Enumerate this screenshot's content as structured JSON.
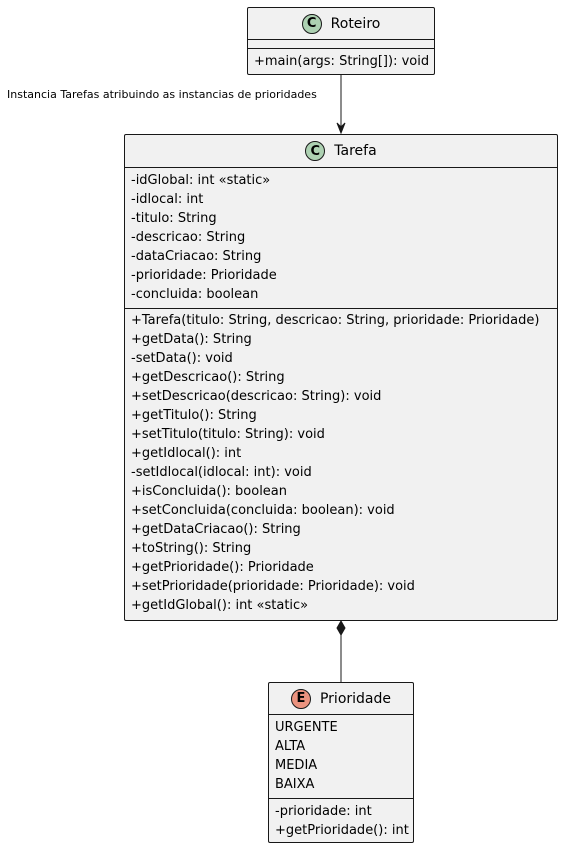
{
  "roteiro": {
    "stereo": "C",
    "name": "Roteiro",
    "methods": [
      "+main(args: String[]): void"
    ]
  },
  "edge_label": "Instancia Tarefas atribuindo as instancias de prioridades",
  "tarefa": {
    "stereo": "C",
    "name": "Tarefa",
    "fields": [
      "-idGlobal: int «static»",
      "-idlocal: int",
      "-titulo: String",
      "-descricao: String",
      "-dataCriacao: String",
      "-prioridade: Prioridade",
      "-concluida: boolean"
    ],
    "methods": [
      "+Tarefa(titulo: String, descricao: String, prioridade: Prioridade)",
      "+getData(): String",
      "-setData(): void",
      "+getDescricao(): String",
      "+setDescricao(descricao: String): void",
      "+getTitulo(): String",
      "+setTitulo(titulo: String): void",
      "+getIdlocal(): int",
      "-setIdlocal(idlocal: int): void",
      "+isConcluida(): boolean",
      "+setConcluida(concluida: boolean): void",
      "+getDataCriacao(): String",
      "+toString(): String",
      "+getPrioridade(): Prioridade",
      "+setPrioridade(prioridade: Prioridade): void",
      "+getIdGlobal(): int «static»"
    ]
  },
  "prioridade": {
    "stereo": "E",
    "name": "Prioridade",
    "values": [
      "URGENTE",
      "ALTA",
      "MEDIA",
      "BAIXA"
    ],
    "members": [
      "-prioridade: int",
      "+getPrioridade(): int"
    ]
  }
}
